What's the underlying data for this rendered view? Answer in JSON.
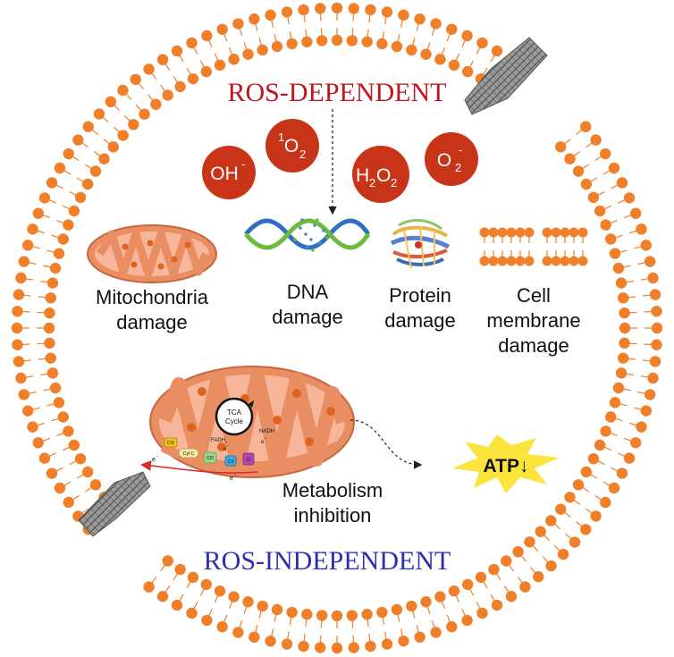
{
  "titles": {
    "top": "ROS-DEPENDENT",
    "bottom": "ROS-INDEPENDENT"
  },
  "ros_species": [
    {
      "base": "OH",
      "sup": "-",
      "pre_sup": ""
    },
    {
      "base": "O",
      "sub": "2",
      "pre_sup": "1"
    },
    {
      "base": "H",
      "sub": "2",
      "base2": "O",
      "sub2": "2"
    },
    {
      "base": "O",
      "sub": "2",
      "sup": "-"
    }
  ],
  "damage_labels": {
    "mito": [
      "Mitochondria",
      "damage"
    ],
    "dna": [
      "DNA",
      "damage"
    ],
    "protein": [
      "Protein",
      "damage"
    ],
    "membrane": [
      "Cell",
      "membrane",
      "damage"
    ]
  },
  "metabolism": {
    "label": [
      "Metabolism",
      "inhibition"
    ],
    "tca": [
      "TCA",
      "Cycle"
    ],
    "nadh": "NADH",
    "fadh2": "FADH",
    "fadh2_sub": "2",
    "electron": "e",
    "electron_sup": "-",
    "complexes": [
      "CIV",
      "Cyt C",
      "CIII",
      "CII",
      "CI"
    ],
    "atp": "ATP↓"
  },
  "colors": {
    "membrane_head": "#f07f2a",
    "ros_circle": "#c73418",
    "mito_outer": "#e98e63",
    "mito_inner": "#f7b69a",
    "top_title": "#c0161e",
    "bottom_title": "#2b2fb3",
    "burst": "#fbe53d"
  }
}
